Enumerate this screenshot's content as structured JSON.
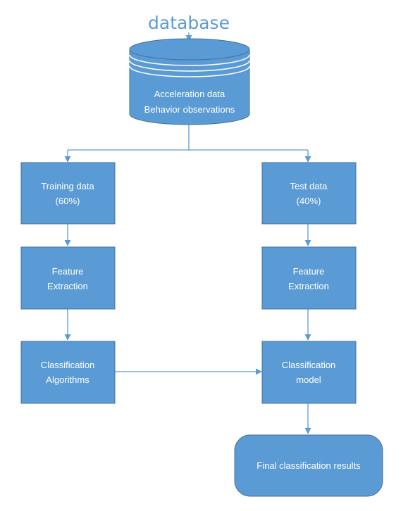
{
  "diagram": {
    "title": "database",
    "database_label_line1": "Acceleration data",
    "database_label_line2": "Behavior observations",
    "training_line1": "Training data",
    "training_line2": "(60%)",
    "test_line1": "Test data",
    "test_line2": "(40%)",
    "feature_left_line1": "Feature",
    "feature_left_line2": "Extraction",
    "feature_right_line1": "Feature",
    "feature_right_line2": "Extraction",
    "algorithms_line1": "Classification",
    "algorithms_line2": "Algorithms",
    "model_line1": "Classification",
    "model_line2": "model",
    "final_label": "Final classification results"
  },
  "colors": {
    "box_fill": "#5b9bd5",
    "box_stroke": "#41719c",
    "title": "#5b9bd5",
    "connector": "#5b9bd5"
  }
}
